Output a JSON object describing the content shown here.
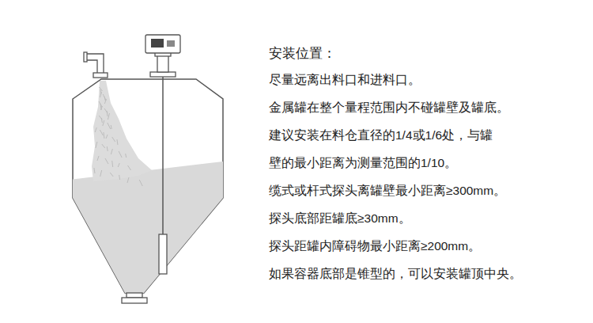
{
  "diagram": {
    "title": "安装位置：",
    "labels": [
      "尽量远离出料口和进料口。",
      "金属罐在整个量程范围内不碰罐壁及罐底。",
      "建议安装在料仓直径的1/4或1/6处，与罐",
      "壁的最小距离为测量范围的1/10。",
      "缆式或杆式探头离罐壁最小距离≥300mm。",
      "探头底部距罐底≥30mm。",
      "探头距罐内障碍物最小距离≥200mm。",
      "如果容器底部是锥型的，可以安装罐顶中央。"
    ]
  }
}
